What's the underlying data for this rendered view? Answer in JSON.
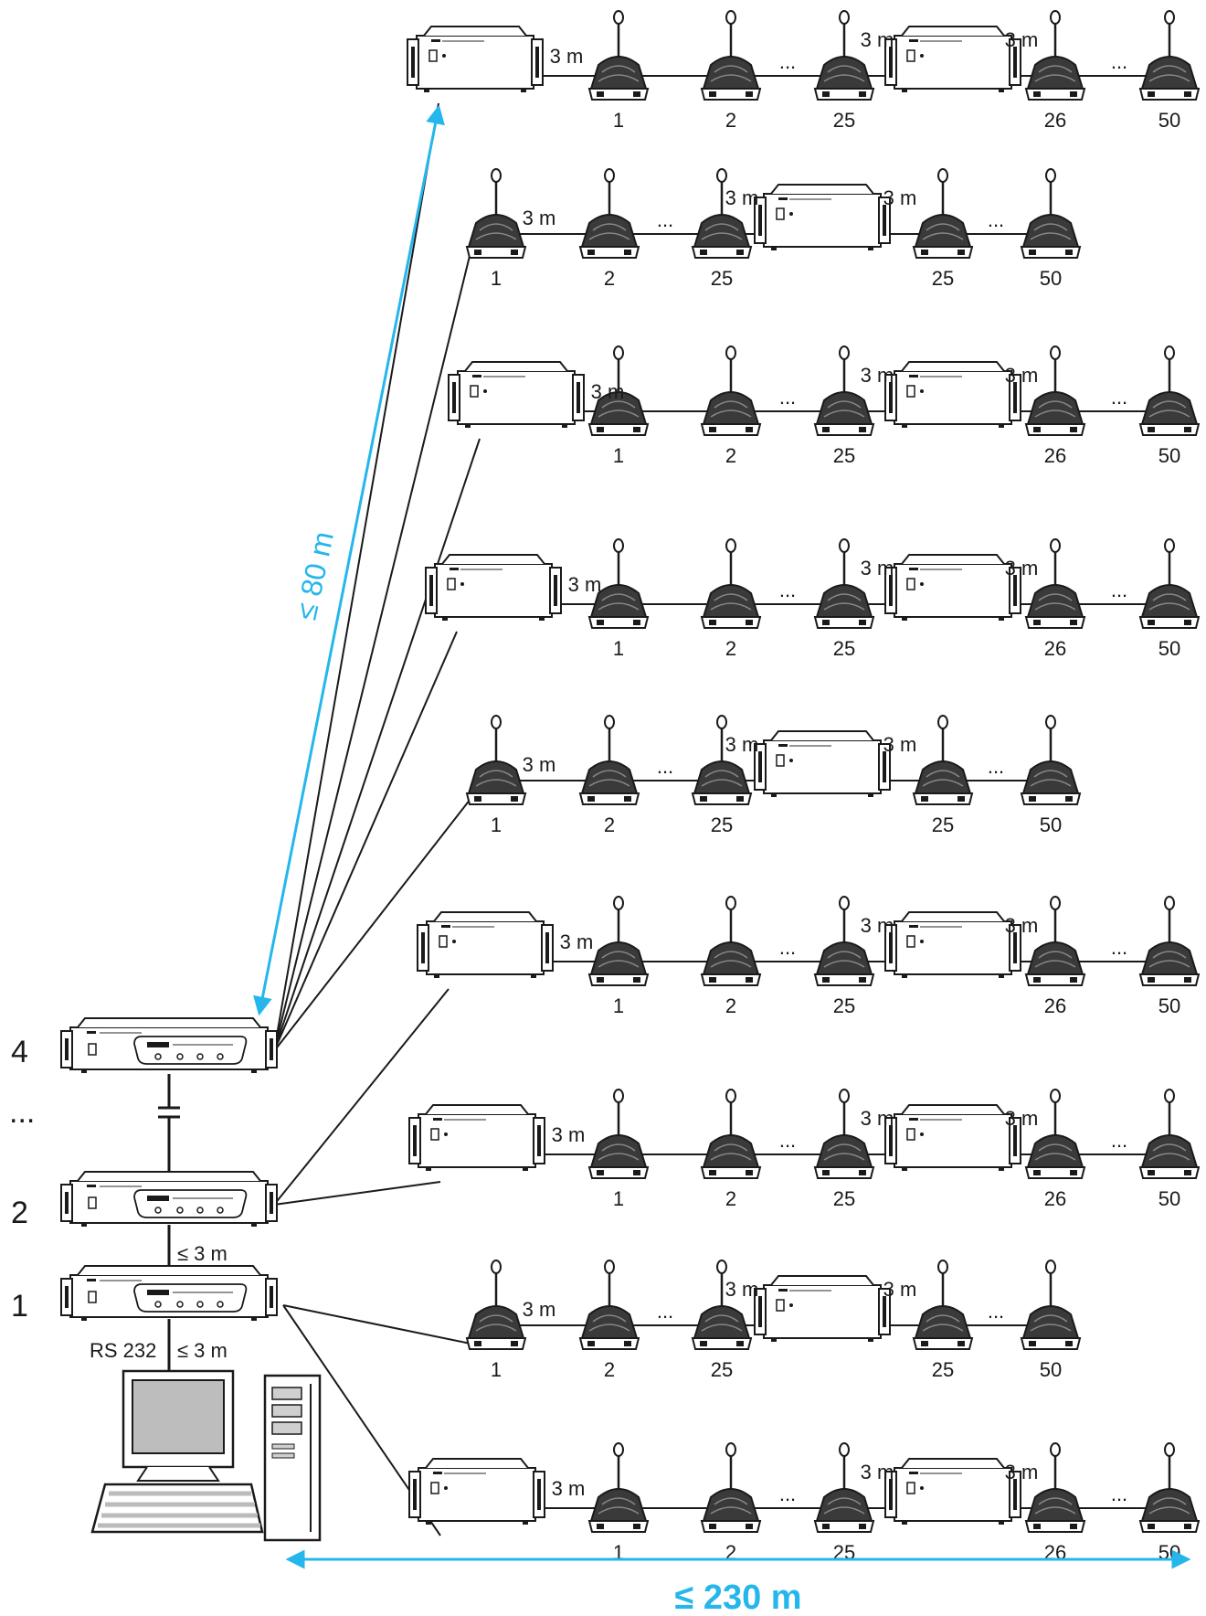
{
  "colors": {
    "accent": "#25b6ec",
    "line": "#1a1a1a",
    "panel": "#ffffff"
  },
  "icons": {
    "central_unit": "central-unit-icon",
    "extension_unit": "extension-unit-icon",
    "microphone": "delegate-microphone-icon",
    "computer": "computer-icon"
  },
  "dimensions": {
    "vertical": "≤ 80 m",
    "horizontal": "≤ 230 m"
  },
  "central_units": {
    "labels": [
      "4",
      "...",
      "2",
      "1"
    ],
    "link_distance": "≤ 3 m",
    "pc_distance": "≤ 3 m",
    "pc_interface": "RS 232"
  },
  "chains": [
    {
      "type": "A",
      "gap": "3 m",
      "ext_gap_1": "3 m",
      "ext_gap_2": "3 m",
      "dots": "...",
      "numbers": [
        "1",
        "2",
        "25",
        "26",
        "50"
      ]
    },
    {
      "type": "B",
      "gap": "3 m",
      "ext_gap_1": "3 m",
      "ext_gap_2": "3 m",
      "dots": "...",
      "numbers": [
        "1",
        "2",
        "25",
        "25",
        "50"
      ]
    },
    {
      "type": "A",
      "gap": "3 m",
      "ext_gap_1": "3 m",
      "ext_gap_2": "3 m",
      "dots": "...",
      "numbers": [
        "1",
        "2",
        "25",
        "26",
        "50"
      ]
    },
    {
      "type": "A",
      "gap": "3 m",
      "ext_gap_1": "3 m",
      "ext_gap_2": "3 m",
      "dots": "...",
      "numbers": [
        "1",
        "2",
        "25",
        "26",
        "50"
      ]
    },
    {
      "type": "B",
      "gap": "3 m",
      "ext_gap_1": "3 m",
      "ext_gap_2": "3 m",
      "dots": "...",
      "numbers": [
        "1",
        "2",
        "25",
        "25",
        "50"
      ]
    },
    {
      "type": "A",
      "gap": "3 m",
      "ext_gap_1": "3 m",
      "ext_gap_2": "3 m",
      "dots": "...",
      "numbers": [
        "1",
        "2",
        "25",
        "26",
        "50"
      ]
    },
    {
      "type": "A",
      "gap": "3 m",
      "ext_gap_1": "3 m",
      "ext_gap_2": "3 m",
      "dots": "...",
      "numbers": [
        "1",
        "2",
        "25",
        "26",
        "50"
      ]
    },
    {
      "type": "B",
      "gap": "3 m",
      "ext_gap_1": "3 m",
      "ext_gap_2": "3 m",
      "dots": "...",
      "numbers": [
        "1",
        "2",
        "25",
        "25",
        "50"
      ]
    },
    {
      "type": "A",
      "gap": "3 m",
      "ext_gap_1": "3 m",
      "ext_gap_2": "3 m",
      "dots": "...",
      "numbers": [
        "1",
        "2",
        "25",
        "26",
        "50"
      ]
    }
  ]
}
